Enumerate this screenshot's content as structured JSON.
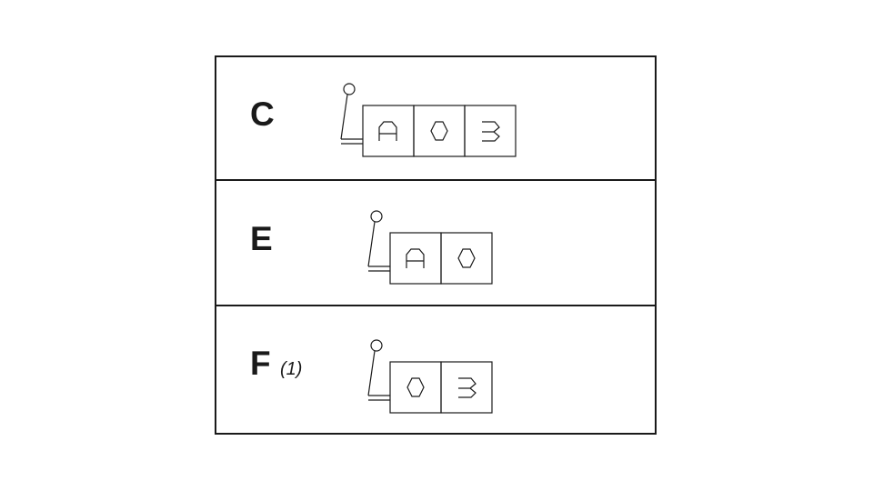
{
  "rows": [
    {
      "label": "C",
      "note": "",
      "positions": [
        "A",
        "O",
        "B"
      ]
    },
    {
      "label": "E",
      "note": "",
      "positions": [
        "A",
        "O"
      ]
    },
    {
      "label": "F",
      "note": "(1)",
      "positions": [
        "O",
        "B"
      ]
    }
  ],
  "colors": {
    "line": "#1a1a1a",
    "background": "#ffffff"
  }
}
